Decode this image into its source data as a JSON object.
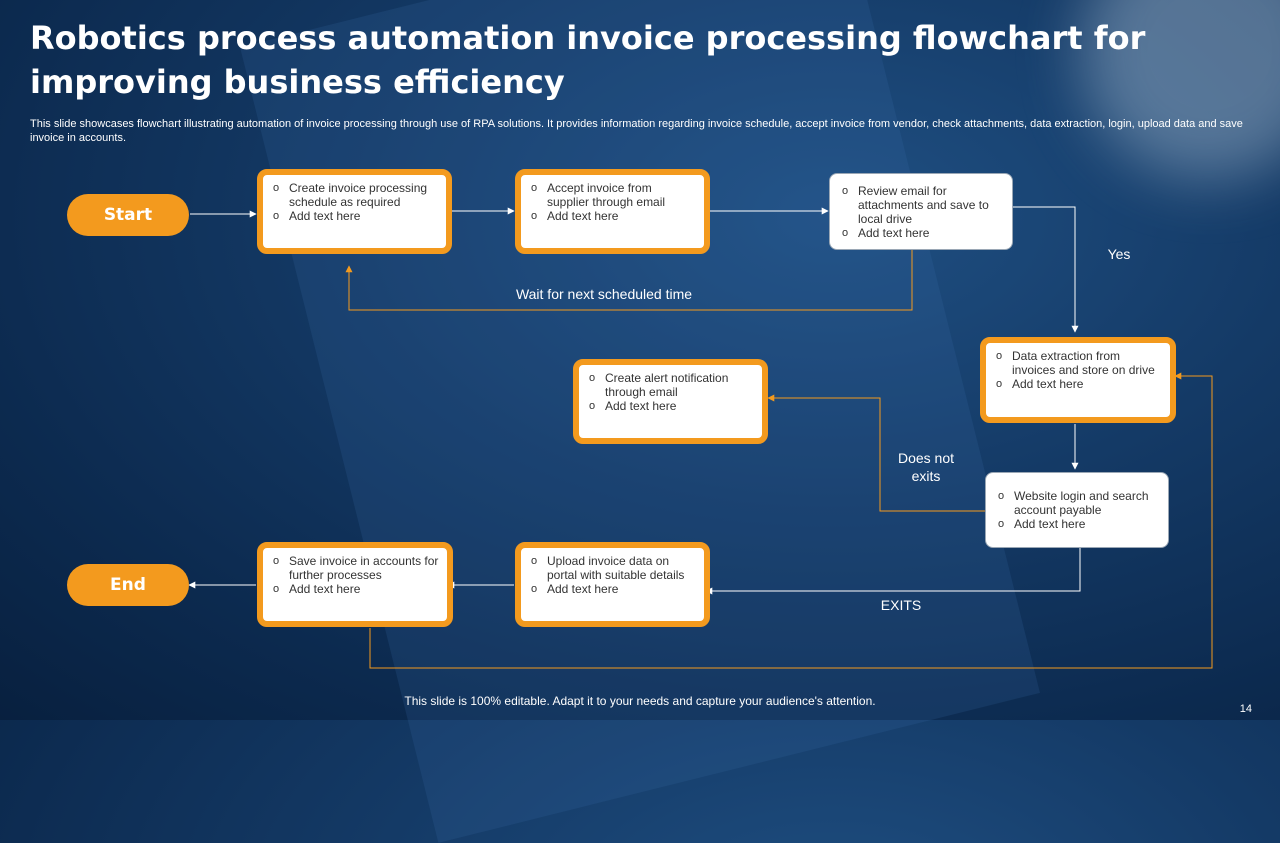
{
  "title": "Robotics process automation invoice processing flowchart for improving business efficiency",
  "subtitle": "This slide showcases flowchart illustrating automation of invoice processing through use of RPA solutions. It provides information regarding invoice schedule, accept invoice from vendor, check attachments, data extraction, login, upload data and save invoice in accounts.",
  "start_label": "Start",
  "end_label": "End",
  "steps": [
    {
      "lines": [
        "Create invoice processing schedule as required",
        "Add text here"
      ]
    },
    {
      "lines": [
        "Accept invoice from supplier through email",
        "Add text here"
      ]
    },
    {
      "lines": [
        "Review email for attachments and save to local drive",
        "Add text here"
      ]
    },
    {
      "lines": [
        "Data extraction from invoices and store on drive",
        "Add text here"
      ]
    },
    {
      "lines": [
        "Website login and search account payable",
        "Add text here"
      ]
    },
    {
      "lines": [
        "Create alert notification through email",
        "Add text here"
      ]
    },
    {
      "lines": [
        "Upload invoice data on portal with suitable details",
        "Add text here"
      ]
    },
    {
      "lines": [
        "Save invoice in accounts for further processes",
        "Add text here"
      ]
    }
  ],
  "edge_labels": {
    "wait": "Wait for next scheduled time",
    "yes": "Yes",
    "not_exists": "Does not exits",
    "exits": "EXITS"
  },
  "footer": "This slide is 100% editable. Adapt it to your needs and capture your audience's attention.",
  "page_number": "14",
  "colors": {
    "accent": "#f39a1e",
    "background": "#143a66",
    "arrow_white": "#ffffff"
  }
}
